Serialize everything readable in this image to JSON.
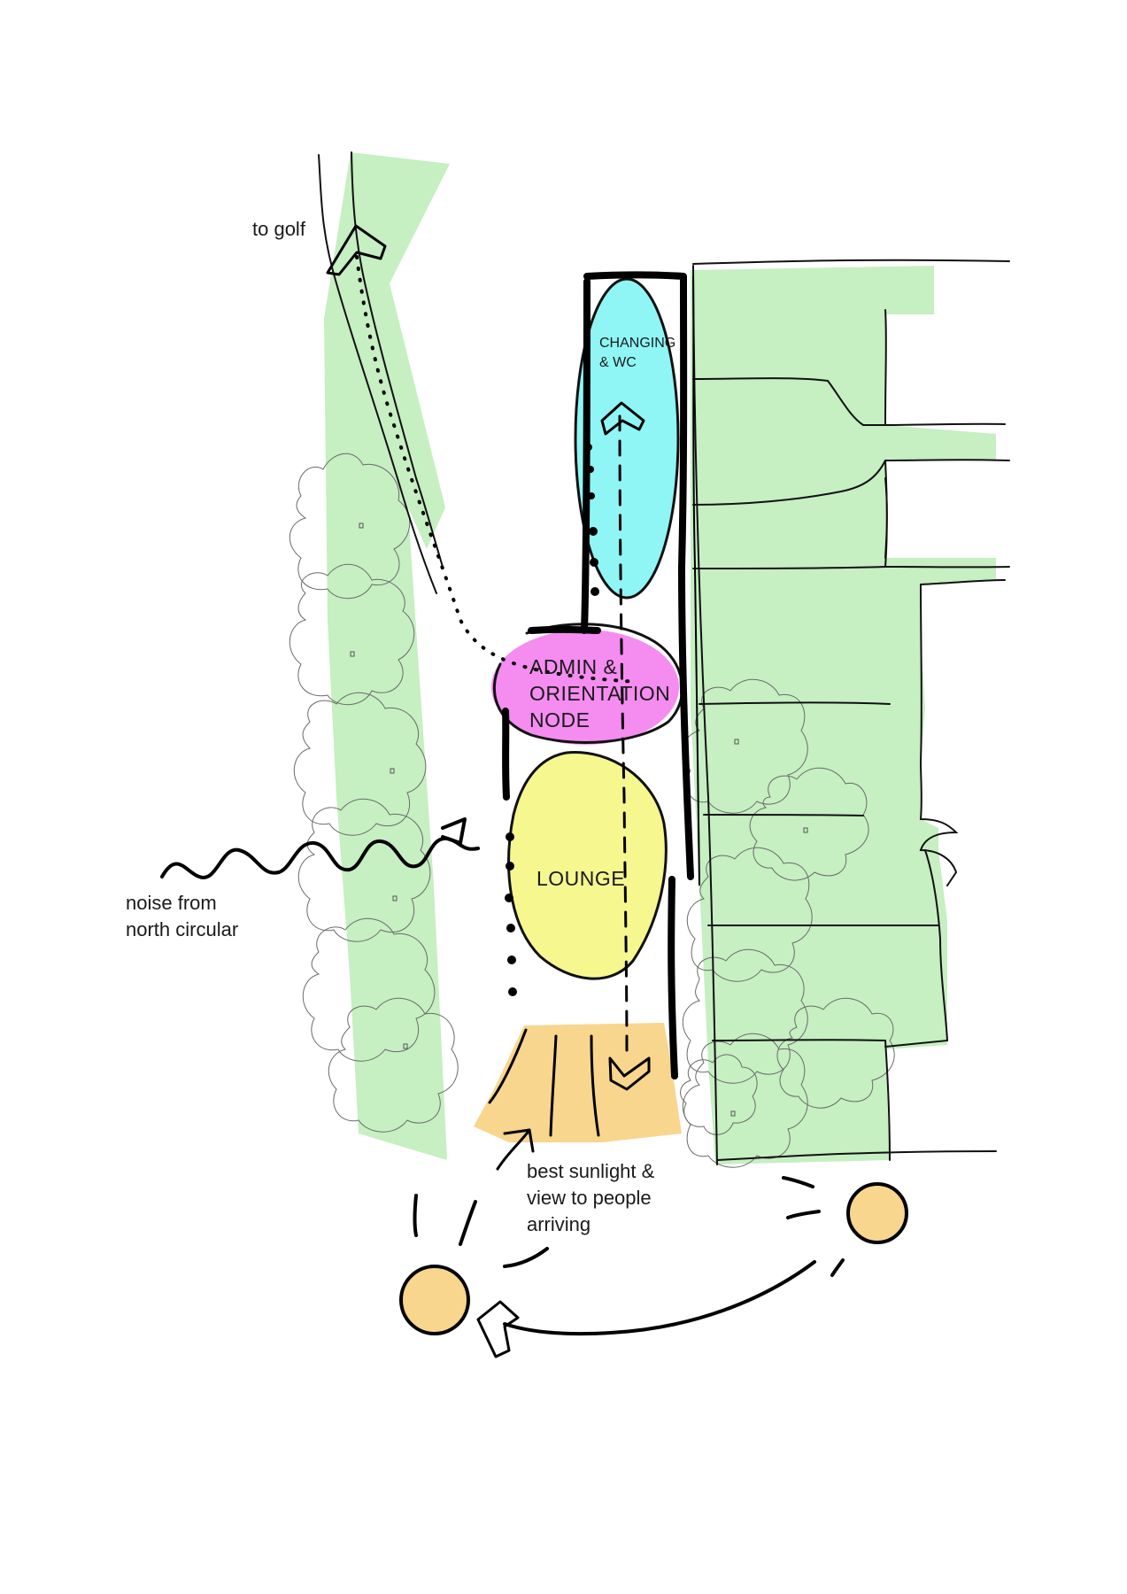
{
  "notes": {
    "to_golf": "to golf",
    "noise": [
      "noise from",
      "north circular"
    ],
    "sunlight": [
      "best sunlight &",
      "view to people",
      "arriving"
    ]
  },
  "zones": {
    "changing": [
      "CHANGING",
      "& WC"
    ],
    "admin": [
      "ADMIN  &",
      "ORIENTATION",
      "NODE"
    ],
    "lounge": "LOUNGE"
  },
  "colors": {
    "green_space": "#c6efc2",
    "changing_zone": "#8ff6f5",
    "admin_zone": "#f58cf0",
    "lounge_zone": "#f6f78f",
    "terrace": "#f8d68d",
    "sun": "#f8d68d",
    "ink": "#111111"
  },
  "icons": [
    "direction-arrow-icon",
    "sun-icon",
    "wavy-arrow-icon"
  ]
}
